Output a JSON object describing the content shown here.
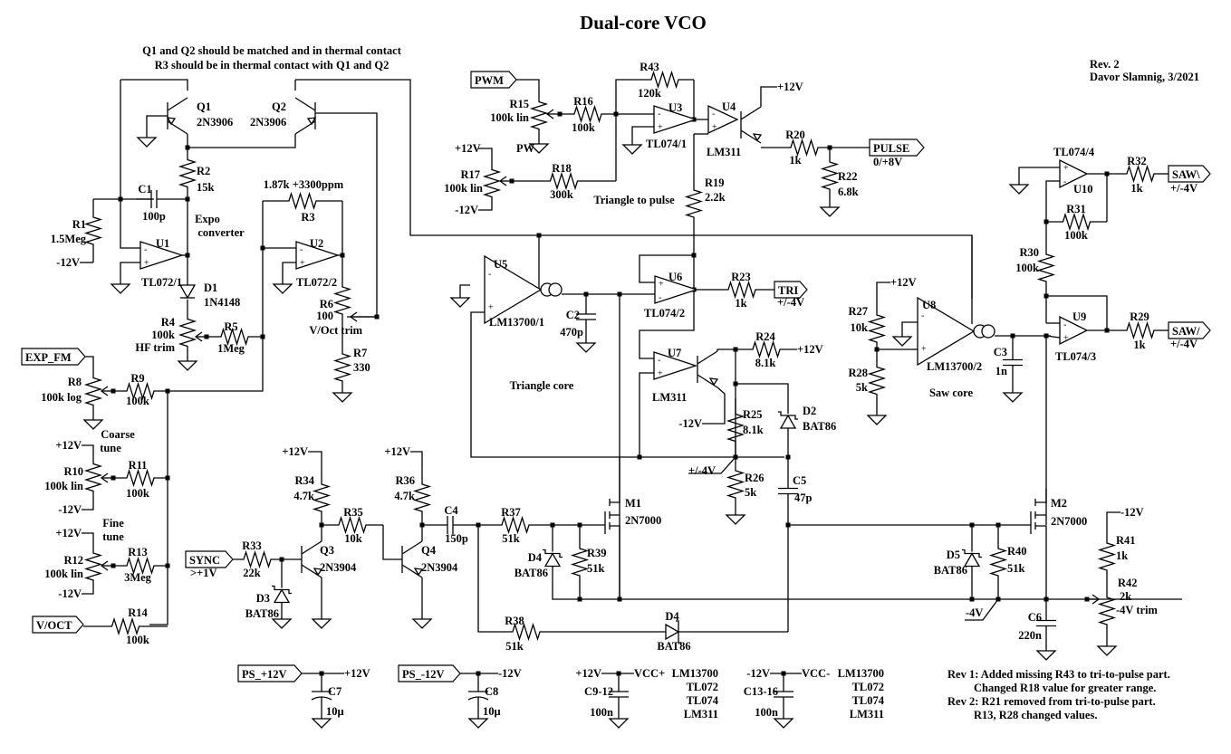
{
  "title": "Dual-core VCO",
  "revision": {
    "rev": "Rev. 2",
    "author": "Davor Slamnig, 3/2021"
  },
  "notes": {
    "thermal1": "Q1 and Q2 should be matched and in thermal contact",
    "thermal2": "R3 should be in thermal contact with Q1 and Q2",
    "rev1a": "Rev 1: Added missing R43 to tri-to-pulse part.",
    "rev1b": "Changed R18 value for greater range.",
    "rev2a": "Rev 2: R21 removed from tri-to-pulse part.",
    "rev2b": "R13, R28 changed values."
  },
  "sections": {
    "expo": [
      "Expo",
      "converter"
    ],
    "tri_pulse": "Triangle to pulse",
    "tri_core": "Triangle core",
    "saw_core": "Saw core",
    "coarse": [
      "Coarse",
      "tune"
    ],
    "fine": [
      "Fine",
      "tune"
    ],
    "pw": "PW"
  },
  "ports": {
    "pwm": "PWM",
    "pulse": "PULSE",
    "pulse_lvl": "0/+8V",
    "tri": "TRI",
    "tri_lvl": "+/-4V",
    "saw_down": "SAW\\",
    "saw_down_lvl": "+/-4V",
    "saw_up": "SAW/",
    "saw_up_lvl": "+/-4V",
    "exp_fm": "EXP_FM",
    "sync": "SYNC",
    "sync_lvl": ">+1V",
    "voct": "V/OCT",
    "ps_pos": "PS_+12V",
    "ps_neg": "PS_-12V"
  },
  "rails": {
    "pos": "+12V",
    "neg": "-12V",
    "pm4": "+/-4V",
    "m4": "-4V",
    "vccp": "VCC+",
    "vccn": "VCC-"
  },
  "parts": {
    "Q1": [
      "Q1",
      "2N3906"
    ],
    "Q2": [
      "Q2",
      "2N3906"
    ],
    "Q3": [
      "Q3",
      "2N3904"
    ],
    "Q4": [
      "Q4",
      "2N3904"
    ],
    "M1": [
      "M1",
      "2N7000"
    ],
    "M2": [
      "M2",
      "2N7000"
    ],
    "U1": [
      "U1",
      "TL072/1"
    ],
    "U2": [
      "U2",
      "TL072/2"
    ],
    "U3": [
      "U3",
      "TL074/1"
    ],
    "U4": [
      "U4",
      "LM311"
    ],
    "U5": [
      "U5",
      "LM13700/1"
    ],
    "U6": [
      "U6",
      "TL074/2"
    ],
    "U7": [
      "U7",
      "LM311"
    ],
    "U8": [
      "U8",
      "LM13700/2"
    ],
    "U9": [
      "U9",
      "TL074/3"
    ],
    "U10": [
      "U10",
      "TL074/4"
    ],
    "R1": [
      "R1",
      "1.5Meg"
    ],
    "R2": [
      "R2",
      "15k"
    ],
    "R3": [
      "R3",
      "1.87k +3300ppm"
    ],
    "R4": [
      "R4",
      "100k",
      "HF trim"
    ],
    "R5": [
      "R5",
      "1Meg"
    ],
    "R6": [
      "R6",
      "100",
      "V/Oct trim"
    ],
    "R7": [
      "R7",
      "330"
    ],
    "R8": [
      "R8",
      "100k log"
    ],
    "R9": [
      "R9",
      "100k"
    ],
    "R10": [
      "R10",
      "100k lin"
    ],
    "R11": [
      "R11",
      "100k"
    ],
    "R12": [
      "R12",
      "100k lin"
    ],
    "R13": [
      "R13",
      "3Meg"
    ],
    "R14": [
      "R14",
      "100k"
    ],
    "R15": [
      "R15",
      "100k lin"
    ],
    "R16": [
      "R16",
      "100k"
    ],
    "R17": [
      "R17",
      "100k lin"
    ],
    "R18": [
      "R18",
      "300k"
    ],
    "R19": [
      "R19",
      "2.2k"
    ],
    "R20": [
      "R20",
      "1k"
    ],
    "R22": [
      "R22",
      "6.8k"
    ],
    "R23": [
      "R23",
      "1k"
    ],
    "R24": [
      "R24",
      "8.1k"
    ],
    "R25": [
      "R25",
      "8.1k"
    ],
    "R26": [
      "R26",
      "5k"
    ],
    "R27": [
      "R27",
      "10k"
    ],
    "R28": [
      "R28",
      "5k"
    ],
    "R29": [
      "R29",
      "1k"
    ],
    "R30": [
      "R30",
      "100k"
    ],
    "R31": [
      "R31",
      "100k"
    ],
    "R32": [
      "R32",
      "1k"
    ],
    "R33": [
      "R33",
      "22k"
    ],
    "R34": [
      "R34",
      "4.7k"
    ],
    "R35": [
      "R35",
      "10k"
    ],
    "R36": [
      "R36",
      "4.7k"
    ],
    "R37": [
      "R37",
      "51k"
    ],
    "R38": [
      "R38",
      "51k"
    ],
    "R39": [
      "R39",
      "51k"
    ],
    "R40": [
      "R40",
      "51k"
    ],
    "R41": [
      "R41",
      "1k"
    ],
    "R42": [
      "R42",
      "2k",
      "-4V trim"
    ],
    "R43": [
      "R43",
      "120k"
    ],
    "C1": [
      "C1",
      "100p"
    ],
    "C2": [
      "C2",
      "470p"
    ],
    "C3": [
      "C3",
      "1n"
    ],
    "C4": [
      "C4",
      "150p"
    ],
    "C5": [
      "C5",
      "47p"
    ],
    "C6": [
      "C6",
      "220n"
    ],
    "C7": [
      "C7",
      "10μ"
    ],
    "C8": [
      "C8",
      "10μ"
    ],
    "C9": [
      "C9-12",
      "100n"
    ],
    "C13": [
      "C13-16",
      "100n"
    ],
    "D1": [
      "D1",
      "1N4148"
    ],
    "D2": [
      "D2",
      "BAT86"
    ],
    "D3": [
      "D3",
      "BAT86"
    ],
    "D4a": [
      "D4",
      "BAT86"
    ],
    "D4b": [
      "D4",
      "BAT86"
    ],
    "D5": [
      "D5",
      "BAT86"
    ]
  },
  "supply_ics": [
    "LM13700",
    "TL072",
    "TL074",
    "LM311"
  ]
}
